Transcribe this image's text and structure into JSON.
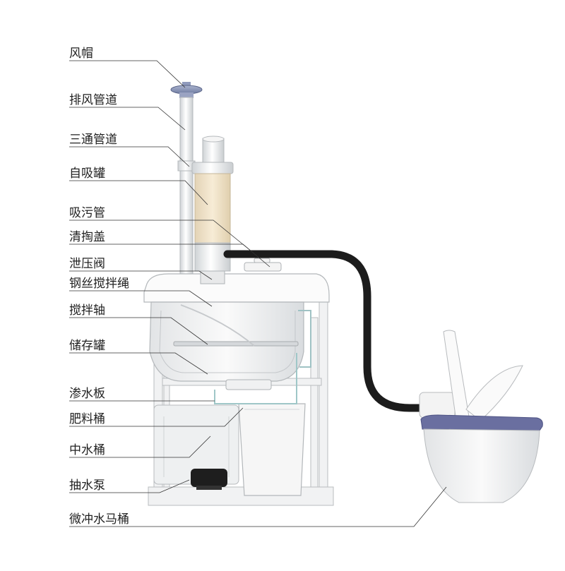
{
  "diagram": {
    "labels": [
      {
        "key": "wind-cap",
        "text": "风帽"
      },
      {
        "key": "exhaust-pipe",
        "text": "排风管道"
      },
      {
        "key": "tee-pipe",
        "text": "三通管道"
      },
      {
        "key": "self-priming-tank",
        "text": "自吸罐"
      },
      {
        "key": "suction-pipe",
        "text": "吸污管"
      },
      {
        "key": "cleanout-cover",
        "text": "清掏盖"
      },
      {
        "key": "pressure-relief-valve",
        "text": "泄压阀"
      },
      {
        "key": "steel-wire-rope",
        "text": "钢丝搅拌绳"
      },
      {
        "key": "stirring-shaft",
        "text": "搅拌轴"
      },
      {
        "key": "storage-tank",
        "text": "储存罐"
      },
      {
        "key": "seepage-plate",
        "text": "渗水板"
      },
      {
        "key": "fertilizer-bucket",
        "text": "肥料桶"
      },
      {
        "key": "greywater-bucket",
        "text": "中水桶"
      },
      {
        "key": "water-pump",
        "text": "抽水泵"
      },
      {
        "key": "micro-flush-toilet",
        "text": "微冲水马桶"
      }
    ]
  }
}
